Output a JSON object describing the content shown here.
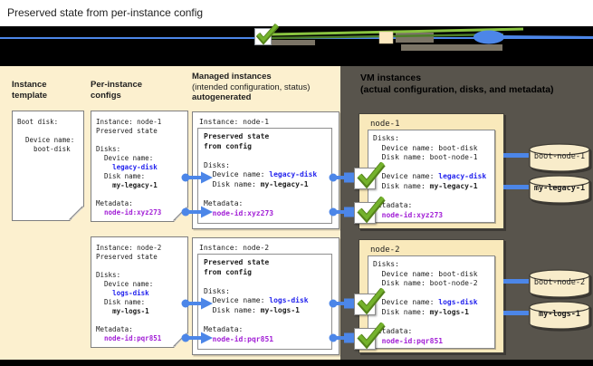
{
  "title": "Preserved state from per-instance config",
  "colors": {
    "panel_beige": "#fcf0cf",
    "panel_dark": "#58544c",
    "node_beige": "#f9e9bb",
    "accent_blue": "#4c86e8",
    "code_blue": "#2424ee",
    "code_magenta": "#a21fd6",
    "check_green": "#74b22c",
    "check_green_dark": "#54821b",
    "cylinder_fill": "#f8ecca",
    "band_black": "#000000",
    "legend_gray": "#7b7466",
    "legend_green_light": "#8ac440",
    "legend_green_dark": "#4c7d28"
  },
  "legend": {
    "icons": [
      "checkmark-icon",
      "config-square-icon",
      "disk-capsule-icon"
    ]
  },
  "column_headers": {
    "instance_template": [
      "Instance",
      "template"
    ],
    "per_instance_configs": [
      "Per-instance",
      "configs"
    ],
    "managed_instances": [
      "Managed instances",
      "(intended configuration, status)",
      "autogenerated"
    ],
    "vm_instances": [
      "VM instances",
      "(actual configuration, disks, and metadata)"
    ]
  },
  "instance_template_box": {
    "lines": [
      [
        [
          "Boot disk:",
          "p"
        ]
      ],
      [],
      [
        [
          "  Device name:",
          "p"
        ]
      ],
      [
        [
          "    boot-disk",
          "p"
        ]
      ]
    ]
  },
  "per_instance_config_boxes": [
    {
      "lines": [
        [
          [
            "Instance: node-1",
            "p"
          ]
        ],
        [
          [
            "Preserved state",
            "p"
          ]
        ],
        [],
        [
          [
            "Disks:",
            "p"
          ]
        ],
        [
          [
            "  Device name:",
            "p"
          ]
        ],
        [
          [
            "    ",
            "p"
          ],
          [
            "legacy-disk",
            "u"
          ]
        ],
        [
          [
            "  Disk name:",
            "p"
          ]
        ],
        [
          [
            "    ",
            "p"
          ],
          [
            "my-legacy-1",
            "s"
          ]
        ],
        [],
        [
          [
            "Metadata:",
            "p"
          ]
        ],
        [
          [
            "  ",
            "p"
          ],
          [
            "node-id:xyz273",
            "m"
          ]
        ]
      ]
    },
    {
      "lines": [
        [
          [
            "Instance: node-2",
            "p"
          ]
        ],
        [
          [
            "Preserved state",
            "p"
          ]
        ],
        [],
        [
          [
            "Disks:",
            "p"
          ]
        ],
        [
          [
            "  Device name:",
            "p"
          ]
        ],
        [
          [
            "    ",
            "p"
          ],
          [
            "logs-disk",
            "u"
          ]
        ],
        [
          [
            "  Disk name:",
            "p"
          ]
        ],
        [
          [
            "    ",
            "p"
          ],
          [
            "my-logs-1",
            "s"
          ]
        ],
        [],
        [
          [
            "Metadata:",
            "p"
          ]
        ],
        [
          [
            "  ",
            "p"
          ],
          [
            "node-id:pqr851",
            "m"
          ]
        ]
      ]
    }
  ],
  "managed_instance_boxes": [
    {
      "header": "Instance: node-1",
      "inner_lines": [
        [
          [
            "Preserved state",
            "s"
          ]
        ],
        [
          [
            "from config",
            "s"
          ]
        ],
        [],
        [
          [
            "Disks:",
            "p"
          ]
        ],
        [
          [
            "  Device name: ",
            "p"
          ],
          [
            "legacy-disk",
            "u"
          ]
        ],
        [
          [
            "  Disk name: ",
            "p"
          ],
          [
            "my-legacy-1",
            "s"
          ]
        ],
        [],
        [
          [
            "Metadata:",
            "p"
          ]
        ],
        [
          [
            "  ",
            "p"
          ],
          [
            "node-id:xyz273",
            "m"
          ]
        ]
      ]
    },
    {
      "header": "Instance: node-2",
      "inner_lines": [
        [
          [
            "Preserved state",
            "s"
          ]
        ],
        [
          [
            "from config",
            "s"
          ]
        ],
        [],
        [
          [
            "Disks:",
            "p"
          ]
        ],
        [
          [
            "  Device name: ",
            "p"
          ],
          [
            "logs-disk",
            "u"
          ]
        ],
        [
          [
            "  Disk name: ",
            "p"
          ],
          [
            "my-logs-1",
            "s"
          ]
        ],
        [],
        [
          [
            "Metadata:",
            "p"
          ]
        ],
        [
          [
            "  ",
            "p"
          ],
          [
            "node-id:pqr851",
            "m"
          ]
        ]
      ]
    }
  ],
  "vm_boxes": [
    {
      "label": "node-1",
      "inner_lines": [
        [
          [
            "Disks:",
            "p"
          ]
        ],
        [
          [
            "  Device name: boot-disk",
            "p"
          ]
        ],
        [
          [
            "  Disk name: boot-node-1",
            "p"
          ]
        ],
        [],
        [
          [
            "  Device name: ",
            "p"
          ],
          [
            "legacy-disk",
            "u"
          ]
        ],
        [
          [
            "  Disk name: ",
            "p"
          ],
          [
            "my-legacy-1",
            "s"
          ]
        ],
        [],
        [
          [
            "Metadata:",
            "p"
          ]
        ],
        [
          [
            "  ",
            "p"
          ],
          [
            "node-id:xyz273",
            "m"
          ]
        ]
      ]
    },
    {
      "label": "node-2",
      "inner_lines": [
        [
          [
            "Disks:",
            "p"
          ]
        ],
        [
          [
            "  Device name: boot-disk",
            "p"
          ]
        ],
        [
          [
            "  Disk name: boot-node-2",
            "p"
          ]
        ],
        [],
        [
          [
            "  Device name: ",
            "p"
          ],
          [
            "logs-disk",
            "u"
          ]
        ],
        [
          [
            "  Disk name: ",
            "p"
          ],
          [
            "my-logs-1",
            "s"
          ]
        ],
        [],
        [
          [
            "Metadata:",
            "p"
          ]
        ],
        [
          [
            "  ",
            "p"
          ],
          [
            "node-id:pqr851",
            "m"
          ]
        ]
      ]
    }
  ],
  "disks": [
    {
      "label": "boot-node-1",
      "bold": false
    },
    {
      "label": "my-legacy-1",
      "bold": true
    },
    {
      "label": "boot-node-2",
      "bold": false
    },
    {
      "label": "my-logs-1",
      "bold": true
    }
  ]
}
